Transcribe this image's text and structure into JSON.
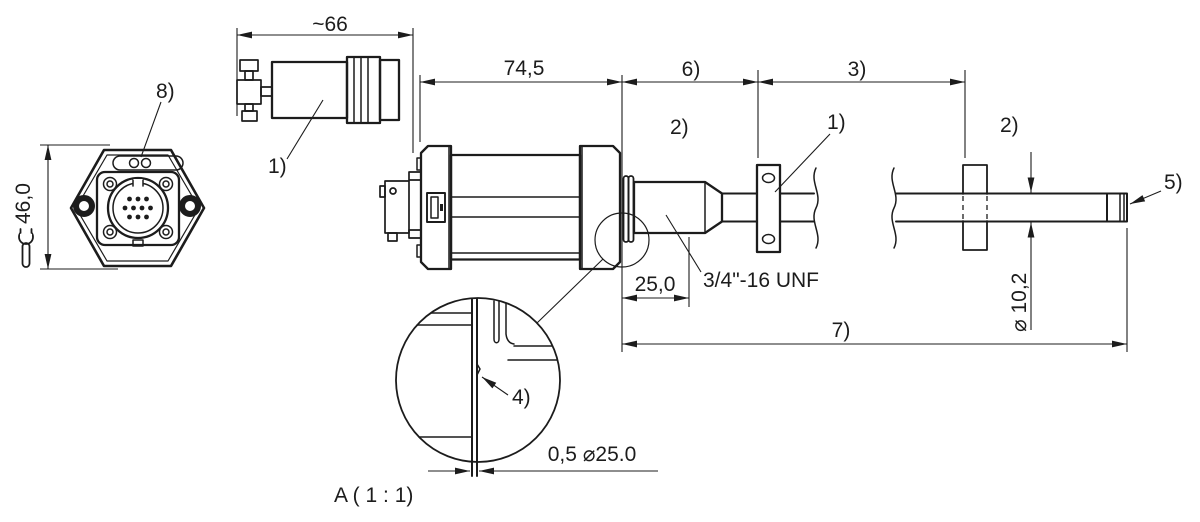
{
  "colors": {
    "ink": "#1c1c1c",
    "background": "#ffffff"
  },
  "labels": {
    "across_flats": "46,0",
    "led_callout": "8)",
    "plug_length": "~66",
    "plug_callout": "1)",
    "housing_length": "74,5",
    "null_zone": "6)",
    "measuring_length": "3)",
    "zone_left": "2)",
    "magnet_callout": "1)",
    "zone_right": "2)",
    "rod_end_callout": "5)",
    "thread_spec": "3/4\"-16 UNF",
    "thread_length": "25,0",
    "rod_diameter": "⌀ 10,2",
    "total_length": "7)",
    "groove_callout": "4)",
    "groove_dim": "0,5 ⌀25.0",
    "detail_scale": "A  ( 1 : 1)"
  }
}
